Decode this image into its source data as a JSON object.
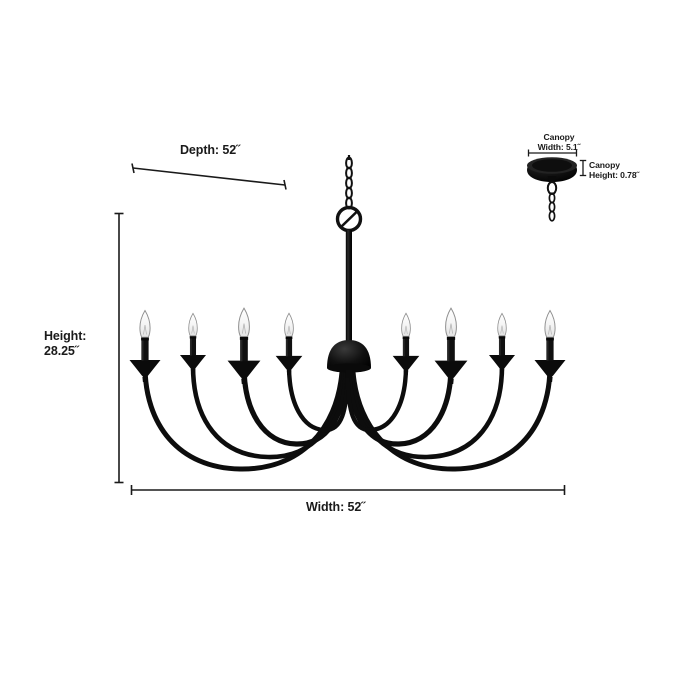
{
  "product": {
    "type": "linear-chandelier",
    "finish_color": "#111111",
    "light_count": 8
  },
  "dimensions": {
    "depth": {
      "label": "Depth: 52˝",
      "value": 52,
      "unit": "inch"
    },
    "height": {
      "label": "Height:\n28.25˝",
      "value": 28.25,
      "unit": "inch"
    },
    "width": {
      "label": "Width: 52˝",
      "value": 52,
      "unit": "inch"
    },
    "canopy_width": {
      "label": "Canopy\nWidth: 5.1˝",
      "value": 5.1,
      "unit": "inch"
    },
    "canopy_height": {
      "label": "Canopy\nHeight: 0.78˝",
      "value": 0.78,
      "unit": "inch"
    }
  },
  "colors": {
    "background": "#ffffff",
    "fixture": "#111111",
    "dimension_line": "#1a1a1a",
    "bulb_glass": "#f2f2f2",
    "bulb_outline": "#9a9a9a",
    "text": "#1a1a1a"
  }
}
